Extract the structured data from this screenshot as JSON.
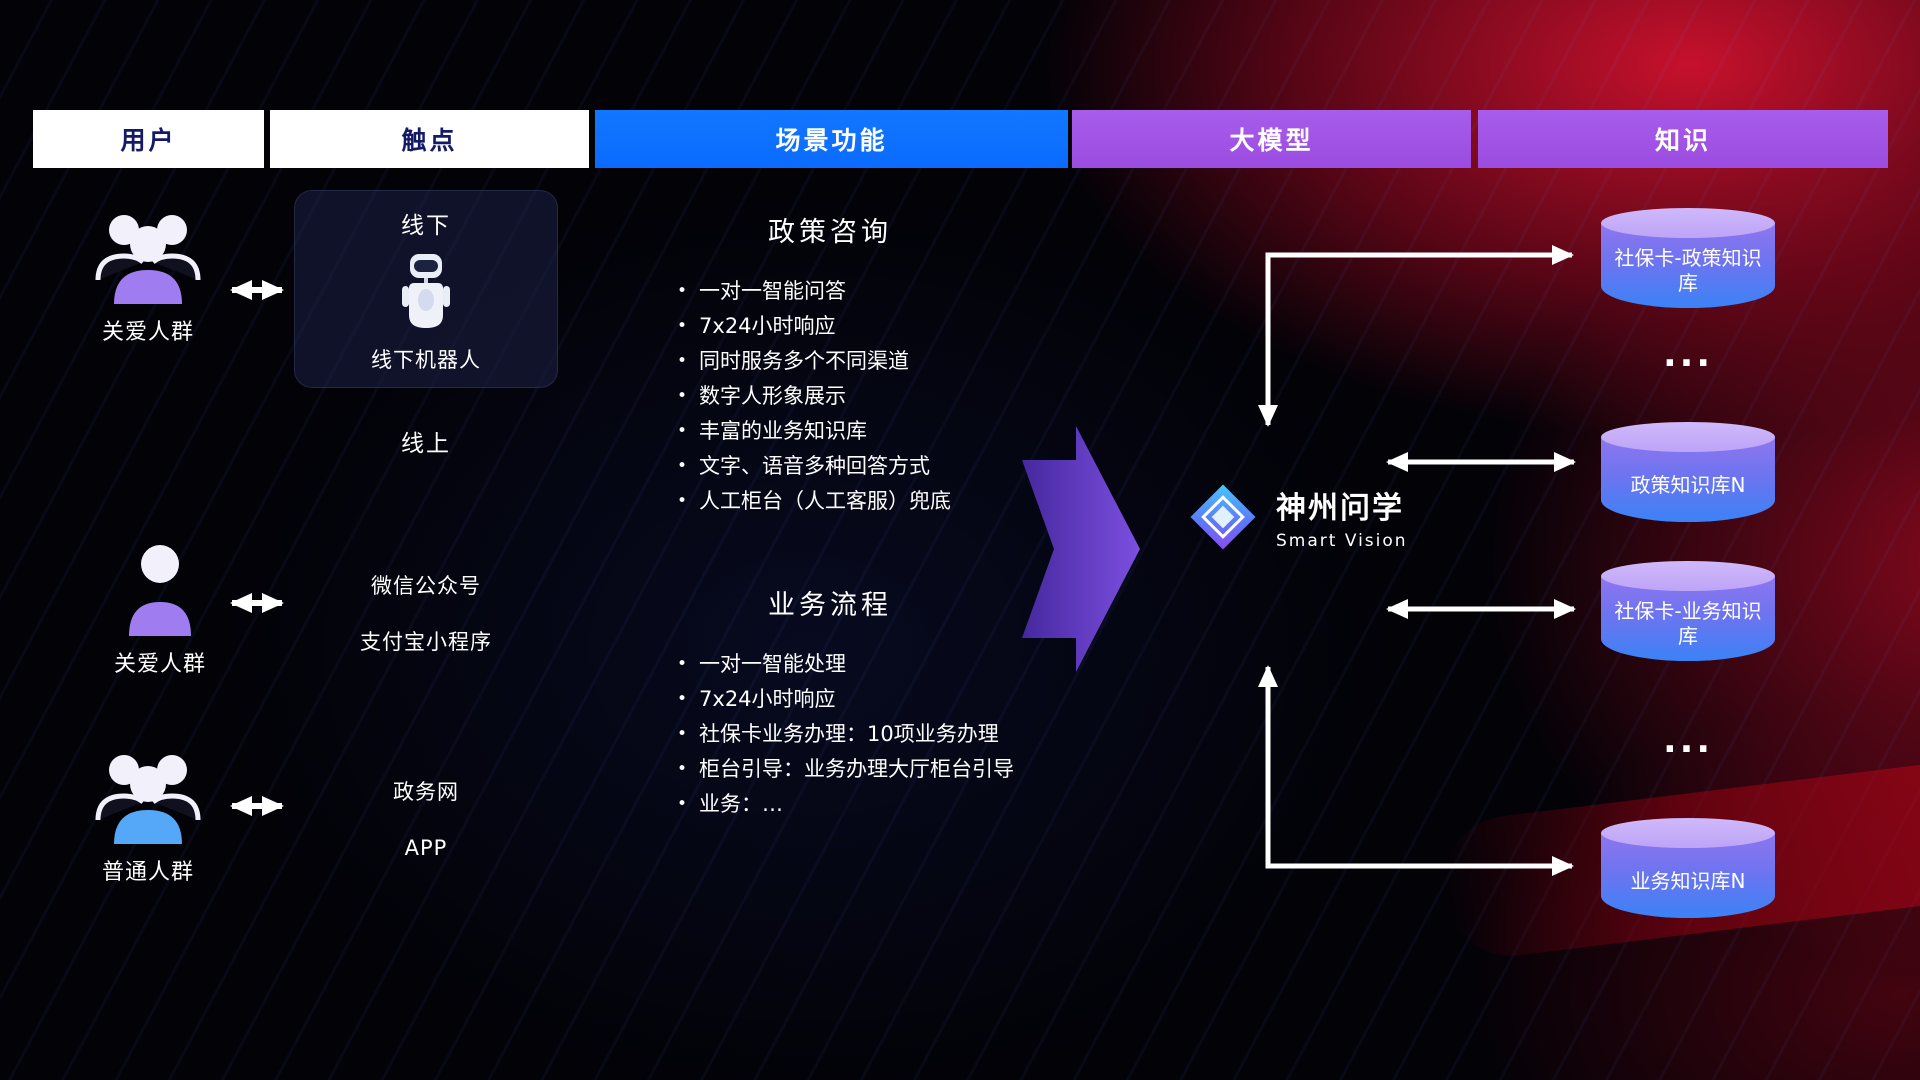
{
  "header": {
    "columns": [
      {
        "label": "用户"
      },
      {
        "label": "触点"
      },
      {
        "label": "场景功能"
      },
      {
        "label": "大模型"
      },
      {
        "label": "知识"
      }
    ]
  },
  "users": [
    {
      "label": "关爱人群"
    },
    {
      "label": "关爱人群"
    },
    {
      "label": "普通人群"
    }
  ],
  "touchpoints": {
    "offline_title": "线下",
    "offline_caption": "线下机器人",
    "online_label": "线上",
    "channels": [
      "微信公众号",
      "支付宝小程序",
      "政务网",
      "APP"
    ]
  },
  "scenarios": [
    {
      "title": "政策咨询",
      "items": [
        "一对一智能问答",
        "7x24小时响应",
        "同时服务多个不同渠道",
        "数字人形象展示",
        "丰富的业务知识库",
        "文字、语音多种回答方式",
        "人工柜台（人工客服）兜底"
      ]
    },
    {
      "title": "业务流程",
      "items": [
        "一对一智能处理",
        "7x24小时响应",
        "社保卡业务办理：10项业务办理",
        "柜台引导：业务办理大厅柜台引导",
        "业务：…"
      ]
    }
  ],
  "model": {
    "name": "神州问学",
    "subtitle": "Smart Vision"
  },
  "knowledge": [
    {
      "label": "社保卡-政策知识库"
    },
    {
      "label": "..."
    },
    {
      "label": "政策知识库N"
    },
    {
      "label": "社保卡-业务知识库"
    },
    {
      "label": "..."
    },
    {
      "label": "业务知识库N"
    }
  ],
  "colors": {
    "header_blue": "#0a6bff",
    "header_purple": "#9b4ce0",
    "header_text_dark": "#141a66",
    "user_purple": "#9f7df0",
    "user_blue": "#55a8f8",
    "cylinder_top": "#bda4f7",
    "cylinder_mid": "#8f76ee",
    "cylinder_bottom": "#3b82f6",
    "flow_arrow_purple": "#7c4fe0",
    "connector_white": "#ffffff"
  }
}
